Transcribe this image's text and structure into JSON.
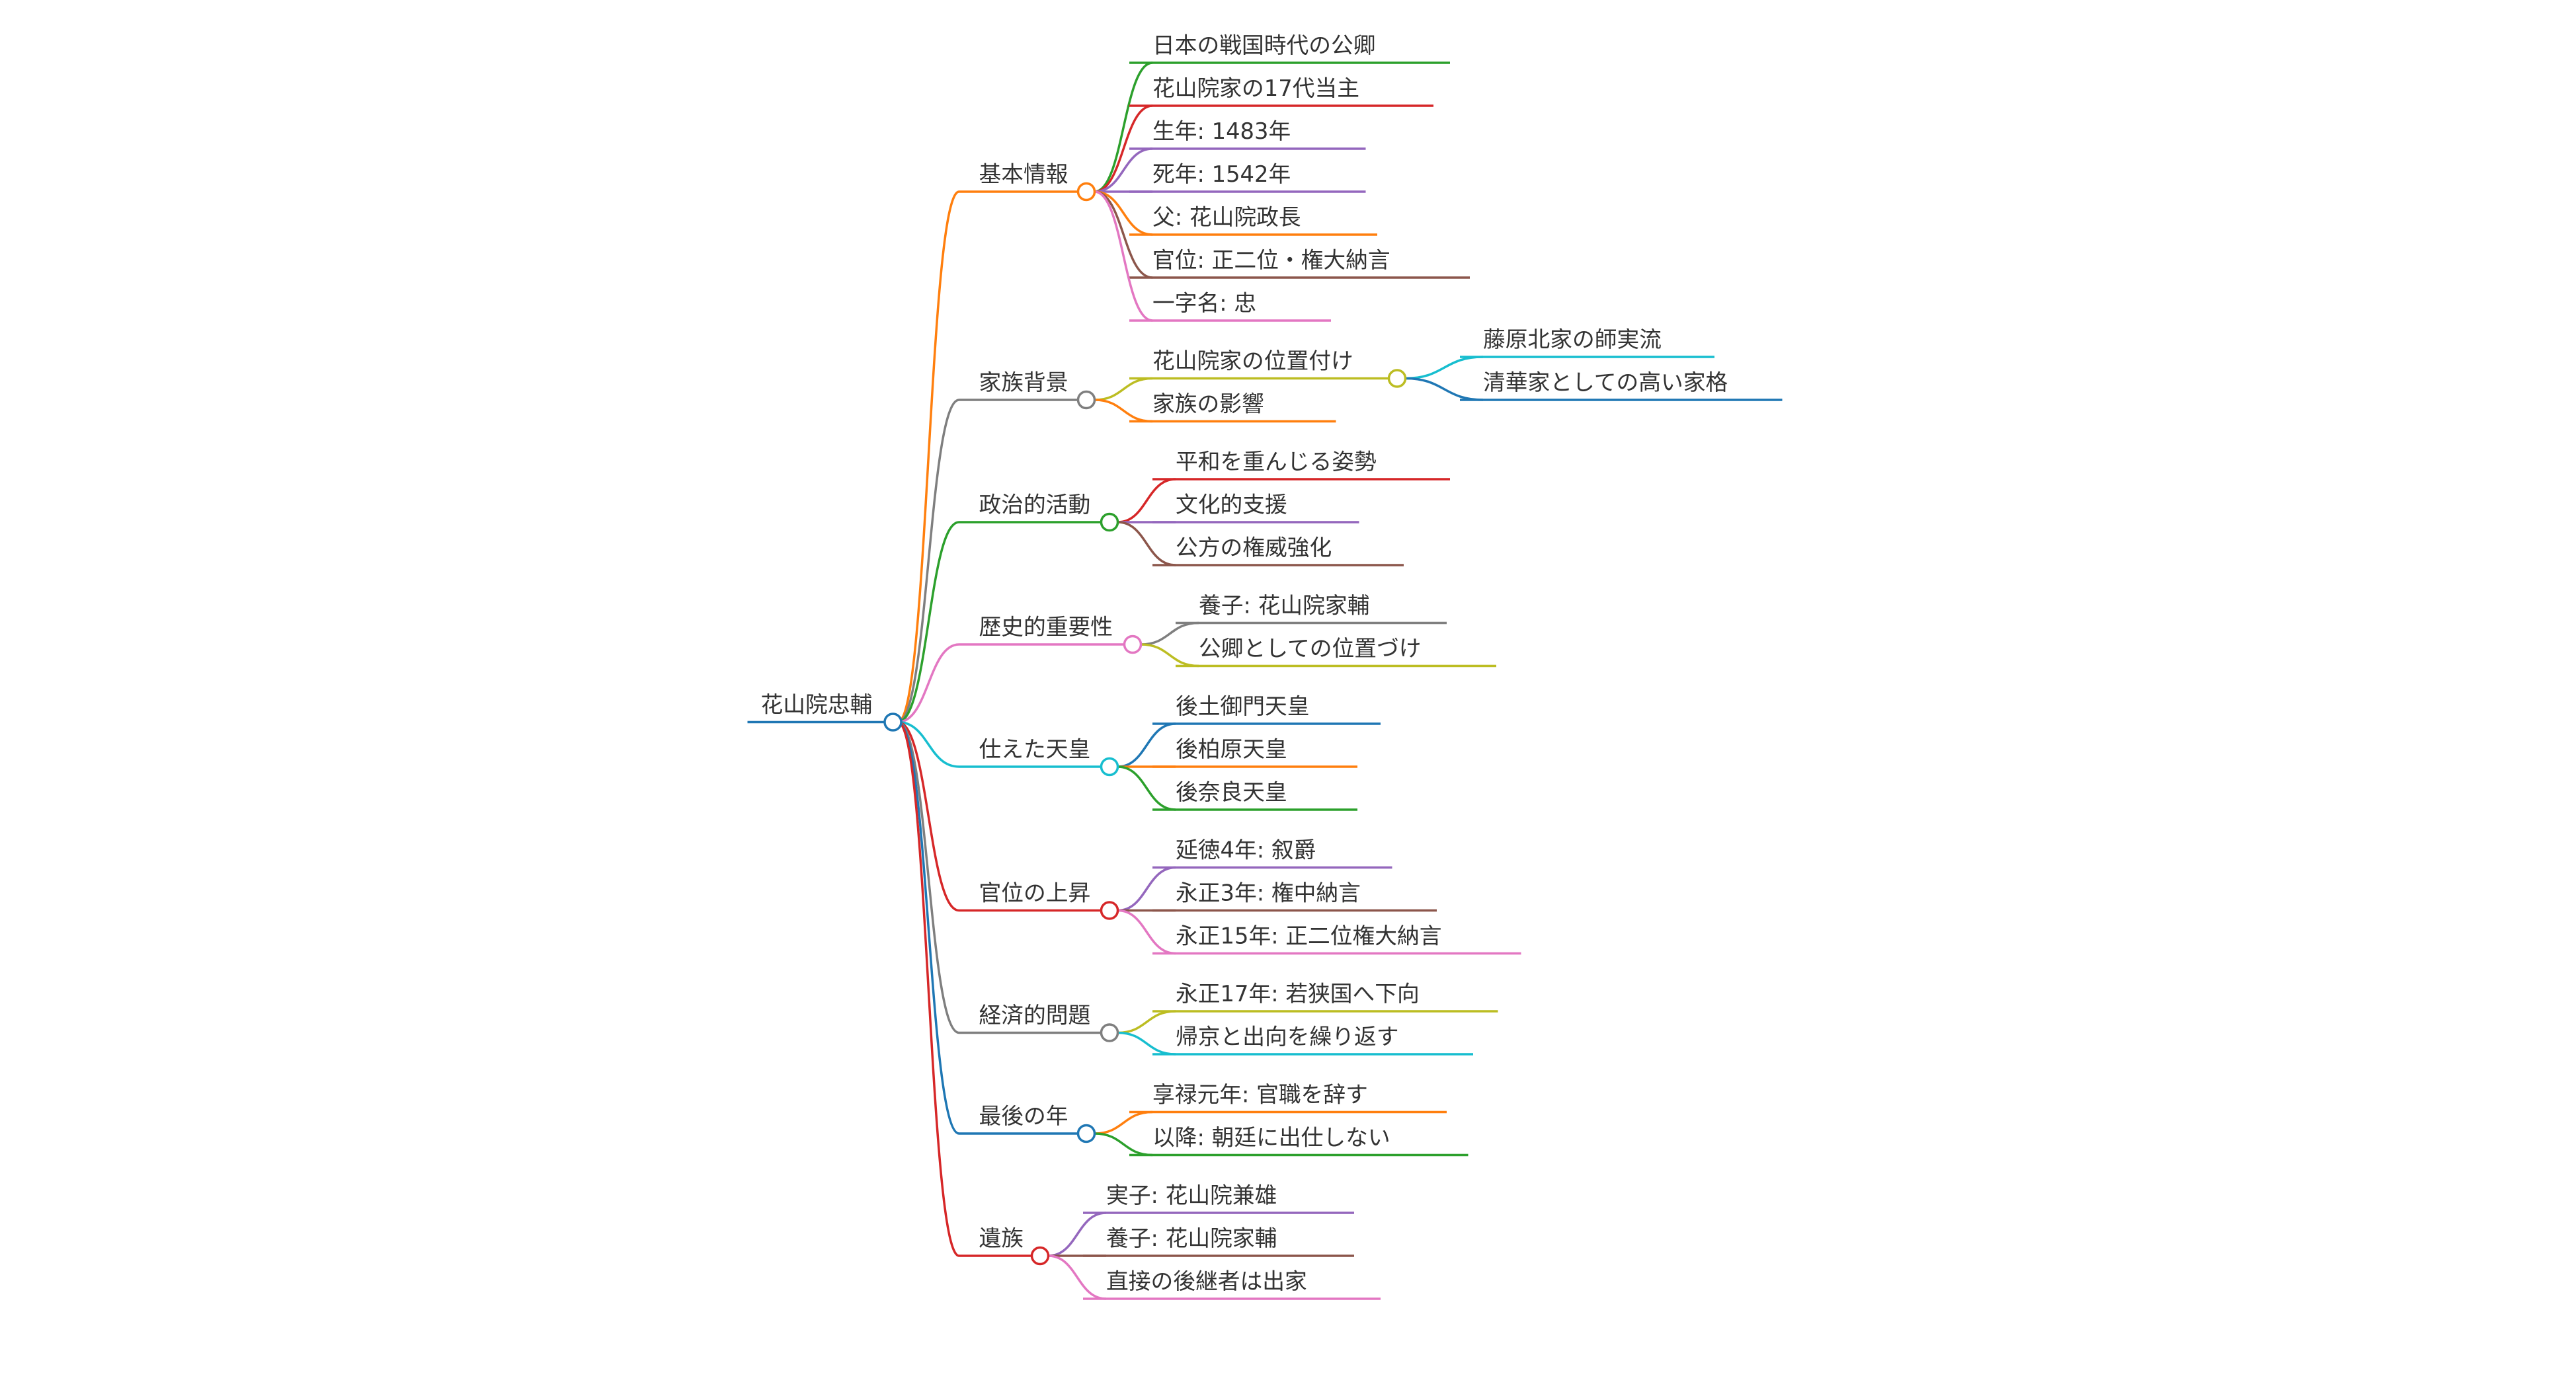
{
  "root": {
    "label": "花山院忠輔",
    "color": "#1f77b4"
  },
  "branches": [
    {
      "label": "基本情報",
      "color": "#ff7f0e",
      "children": [
        {
          "label": "日本の戦国時代の公卿",
          "color": "#2ca02c"
        },
        {
          "label": "花山院家の17代当主",
          "color": "#d62728"
        },
        {
          "label": "生年: 1483年",
          "color": "#9467bd"
        },
        {
          "label": "死年: 1542年",
          "color": "#9467bd"
        },
        {
          "label": "父: 花山院政長",
          "color": "#ff7f0e"
        },
        {
          "label": "官位: 正二位・権大納言",
          "color": "#8c564b"
        },
        {
          "label": "一字名: 忠",
          "color": "#e377c2"
        }
      ]
    },
    {
      "label": "家族背景",
      "color": "#7f7f7f",
      "children": [
        {
          "label": "花山院家の位置付け",
          "color": "#bcbd22",
          "children": [
            {
              "label": "藤原北家の師実流",
              "color": "#17becf"
            },
            {
              "label": "清華家としての高い家格",
              "color": "#1f77b4"
            }
          ]
        },
        {
          "label": "家族の影響",
          "color": "#ff7f0e"
        }
      ]
    },
    {
      "label": "政治的活動",
      "color": "#2ca02c",
      "children": [
        {
          "label": "平和を重んじる姿勢",
          "color": "#d62728"
        },
        {
          "label": "文化的支援",
          "color": "#9467bd"
        },
        {
          "label": "公方の権威強化",
          "color": "#8c564b"
        }
      ]
    },
    {
      "label": "歴史的重要性",
      "color": "#e377c2",
      "children": [
        {
          "label": "養子: 花山院家輔",
          "color": "#7f7f7f"
        },
        {
          "label": "公卿としての位置づけ",
          "color": "#bcbd22"
        }
      ]
    },
    {
      "label": "仕えた天皇",
      "color": "#17becf",
      "children": [
        {
          "label": "後土御門天皇",
          "color": "#1f77b4"
        },
        {
          "label": "後柏原天皇",
          "color": "#ff7f0e"
        },
        {
          "label": "後奈良天皇",
          "color": "#2ca02c"
        }
      ]
    },
    {
      "label": "官位の上昇",
      "color": "#d62728",
      "children": [
        {
          "label": "延徳4年: 叙爵",
          "color": "#9467bd"
        },
        {
          "label": "永正3年: 権中納言",
          "color": "#8c564b"
        },
        {
          "label": "永正15年: 正二位権大納言",
          "color": "#e377c2"
        }
      ]
    },
    {
      "label": "経済的問題",
      "color": "#7f7f7f",
      "children": [
        {
          "label": "永正17年: 若狭国へ下向",
          "color": "#bcbd22"
        },
        {
          "label": "帰京と出向を繰り返す",
          "color": "#17becf"
        }
      ]
    },
    {
      "label": "最後の年",
      "color": "#1f77b4",
      "children": [
        {
          "label": "享禄元年: 官職を辞す",
          "color": "#ff7f0e"
        },
        {
          "label": "以降: 朝廷に出仕しない",
          "color": "#2ca02c"
        }
      ]
    },
    {
      "label": "遺族",
      "color": "#d62728",
      "children": [
        {
          "label": "実子: 花山院兼雄",
          "color": "#9467bd"
        },
        {
          "label": "養子: 花山院家輔",
          "color": "#8c564b"
        },
        {
          "label": "直接の後継者は出家",
          "color": "#e377c2"
        }
      ]
    }
  ]
}
